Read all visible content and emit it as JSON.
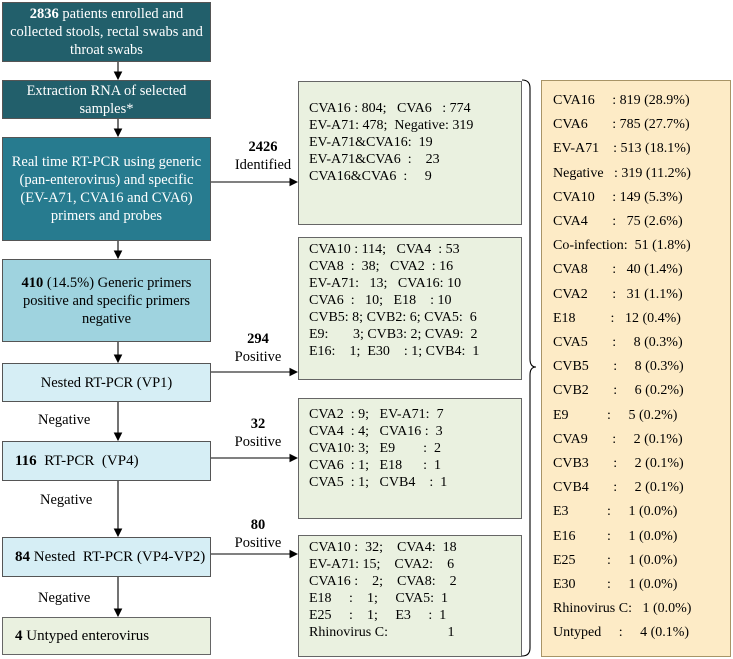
{
  "flow": {
    "enroll": {
      "bold": "2836",
      "text": " patients enrolled and collected stools, rectal swabs and throat swabs"
    },
    "extraction": "Extraction RNA of selected samples*",
    "rtpcr": "Real time RT-PCR using generic  (pan-enterovirus) and specific  (EV-A71, CVA16 and CVA6) primers and probes",
    "generic": {
      "bold": "410",
      "text": " (14.5%) Generic primers positive and specific primers negative"
    },
    "nested_vp1": "Nested RT-PCR  (VP1)",
    "vp4": {
      "bold": "116",
      "text": "  RT-PCR  (VP4)"
    },
    "vp4vp2": {
      "bold": "84",
      "text": " Nested  RT-PCR (VP4-VP2)"
    },
    "untyped": {
      "bold": "4",
      "text": " Untyped enterovirus"
    }
  },
  "labels": {
    "identified": {
      "count": "2426",
      "text": "Identified"
    },
    "vp1_positive": {
      "count": "294",
      "text": "Positive"
    },
    "vp4_positive": {
      "count": "32",
      "text": "Positive"
    },
    "vp4vp2_positive": {
      "count": "80",
      "text": "Positive"
    },
    "negative1": "Negative",
    "negative2": "Negative",
    "negative3": "Negative"
  },
  "results": {
    "identified": [
      "CVA16 : 804;   CVA6   : 774",
      "EV-A71: 478;  Negative: 319",
      "EV-A71&CVA16:  19",
      "EV-A71&CVA6  :    23",
      "CVA16&CVA6  :     9"
    ],
    "vp1": [
      "CVA10 : 114;   CVA4  : 53",
      "CVA8  :  38;   CVA2  : 16",
      "EV-A71:   13;   CVA16: 10",
      "CVA6  :   10;   E18    : 10",
      "CVB5: 8; CVB2: 6; CVA5:  6",
      "E9:       3; CVB3: 2; CVA9:  2",
      "E16:    1;  E30    : 1; CVB4:  1"
    ],
    "vp4": [
      "CVA2  : 9;   EV-A71:  7",
      "CVA4  : 4;   CVA16 :  3",
      "CVA10: 3;   E9        :  2",
      "CVA6  : 1;   E18      :  1",
      "CVA5  : 1;   CVB4    :  1"
    ],
    "vp4vp2": [
      "CVA10 :  32;    CVA4:  18",
      "EV-A71: 15;    CVA2:    6",
      "CVA16 :    2;    CVA8:    2",
      "E18     :    1;     CVA5:  1",
      "E25     :    1;     E3     :  1",
      "Rhinovirus C:                 1"
    ]
  },
  "totals": [
    "CVA16     : 819 (28.9%)",
    "CVA6       : 785 (27.7%)",
    "EV-A71    : 513 (18.1%)",
    "Negative   : 319 (11.2%)",
    "CVA10     : 149 (5.3%)",
    "CVA4       :   75 (2.6%)",
    "Co-infection:  51 (1.8%)",
    "CVA8       :   40 (1.4%)",
    "CVA2       :   31 (1.1%)",
    "E18          :   12 (0.4%)",
    "CVA5       :     8 (0.3%)",
    "CVB5       :     8 (0.3%)",
    "CVB2       :     6 (0.2%)",
    "E9           :     5 (0.2%)",
    "CVA9       :     2 (0.1%)",
    "CVB3       :     2 (0.1%)",
    "CVB4       :     2 (0.1%)",
    "E3           :     1 (0.0%)",
    "E16         :     1 (0.0%)",
    "E25         :     1 (0.0%)",
    "E30         :     1 (0.0%)",
    "Rhinovirus C:   1 (0.0%)",
    "Untyped     :     4 (0.1%)"
  ]
}
